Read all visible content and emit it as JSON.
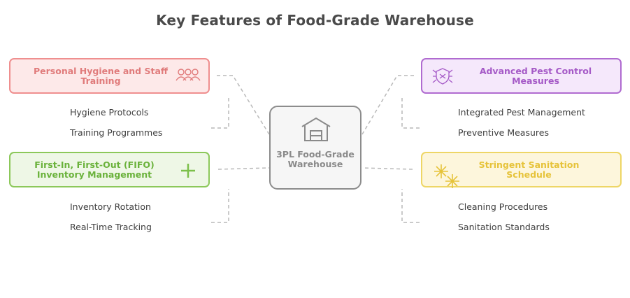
{
  "title": "Key Features of Food-Grade Warehouse",
  "center": {
    "label": "3PL Food-Grade Warehouse",
    "icon": "warehouse-icon",
    "color": "#8c8c8c"
  },
  "features": {
    "hygiene": {
      "label": "Personal Hygiene and Staff Training",
      "icon": "staff-group-icon",
      "color": "#ef8f8f",
      "items": [
        "Hygiene Protocols",
        "Training Programmes"
      ]
    },
    "fifo": {
      "label": "First-In, First-Out (FIFO) Inventory Management",
      "icon": "plus-icon",
      "color": "#8cc85a",
      "items": [
        "Inventory Rotation",
        "Real-Time Tracking"
      ]
    },
    "pest": {
      "label": "Advanced Pest Control Measures",
      "icon": "pest-shield-icon",
      "color": "#b06bd0",
      "items": [
        "Integrated Pest Management",
        "Preventive Measures"
      ]
    },
    "sanitation": {
      "label": "Stringent Sanitation Schedule",
      "icon": "sparkle-icon",
      "color": "#eed666",
      "items": [
        "Cleaning Procedures",
        "Sanitation Standards"
      ]
    }
  }
}
